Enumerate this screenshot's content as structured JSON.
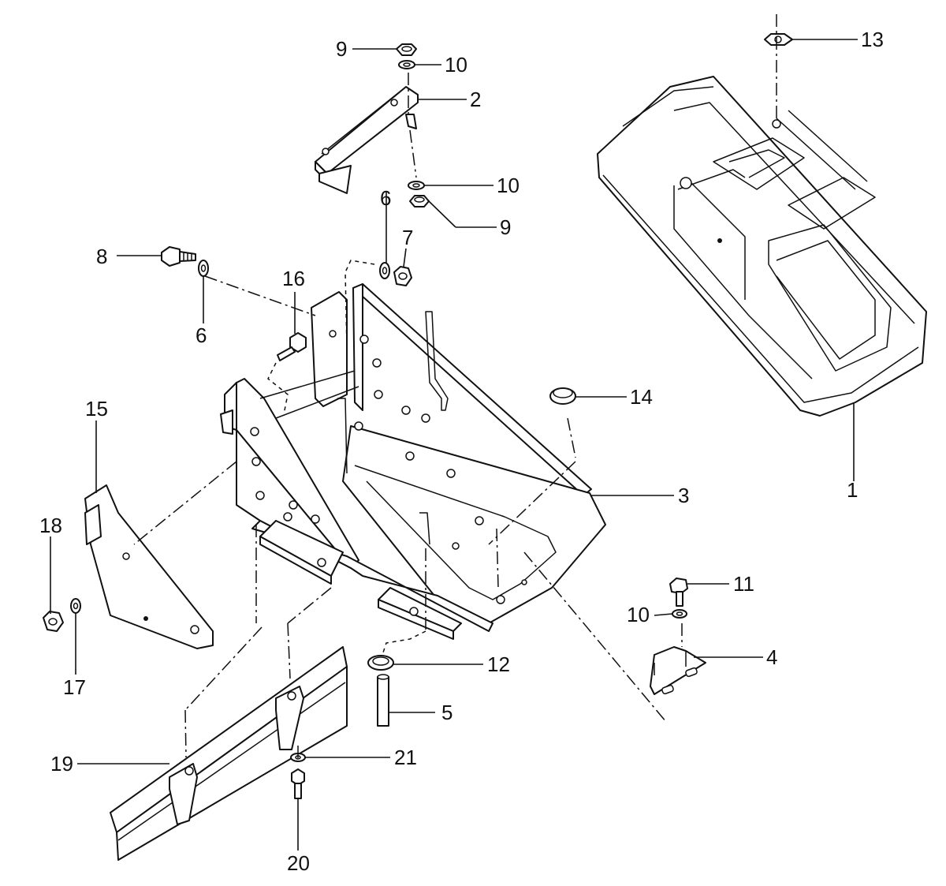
{
  "callouts": {
    "c1": "1",
    "c2": "2",
    "c3": "3",
    "c4": "4",
    "c5": "5",
    "c6a": "6",
    "c6b": "6",
    "c7": "7",
    "c8": "8",
    "c9a": "9",
    "c9b": "9",
    "c10a": "10",
    "c10b": "10",
    "c10c": "10",
    "c11": "11",
    "c12": "12",
    "c13": "13",
    "c14": "14",
    "c15": "15",
    "c16": "16",
    "c17": "17",
    "c18": "18",
    "c19": "19",
    "c20": "20",
    "c21": "21"
  }
}
